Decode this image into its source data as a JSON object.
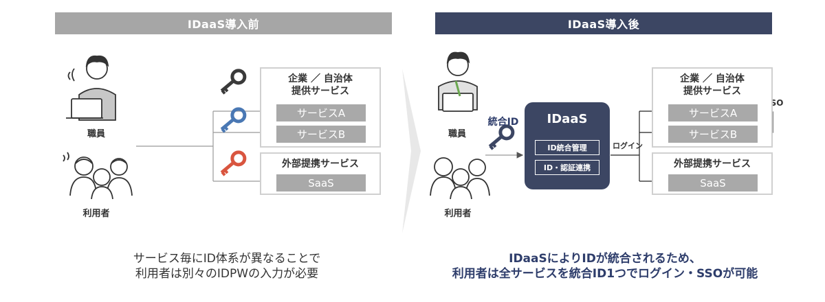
{
  "before": {
    "banner": "IDaaS導入前",
    "staff_label": "職員",
    "users_label": "利用者",
    "corp_panel_title_line1": "企業 ／ 自治体",
    "corp_panel_title_line2": "提供サービス",
    "service_a": "サービスA",
    "service_b": "サービスB",
    "ext_panel_title": "外部提携サービス",
    "saas": "SaaS",
    "caption_line1": "サービス毎にID体系が異なることで",
    "caption_line2": "利用者は別々のIDPWの入力が必要"
  },
  "after": {
    "banner": "IDaaS導入後",
    "staff_label": "職員",
    "users_label": "利用者",
    "integrated_id_label": "統合ID",
    "idaas_title": "IDaaS",
    "idaas_tag1": "ID統合管理",
    "idaas_tag2": "ID・認証連携",
    "login_label": "ログイン",
    "sso_label": "SSO",
    "corp_panel_title_line1": "企業 ／ 自治体",
    "corp_panel_title_line2": "提供サービス",
    "service_a": "サービスA",
    "service_b": "サービスB",
    "ext_panel_title": "外部提携サービス",
    "saas": "SaaS",
    "caption_line1": "IDaaSによりIDが統合されるため、",
    "caption_line2": "利用者は全サービスを統合ID1つでログイン・SSOが可能"
  },
  "colors": {
    "key_dark": "#3a3a3a",
    "key_blue": "#4a78b4",
    "key_red": "#d9553f",
    "navy": "#3c4663",
    "service_gray": "#a9a9a9"
  },
  "icons": [
    "person-at-laptop-icon",
    "user-group-icon",
    "key-icon",
    "arrow-right-icon"
  ]
}
